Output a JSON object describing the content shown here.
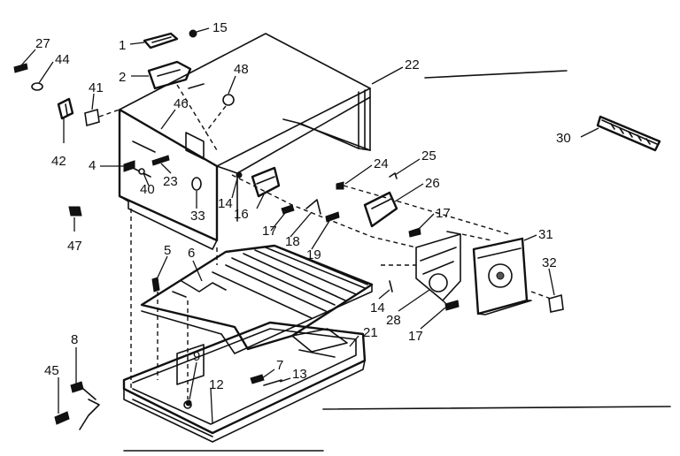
{
  "callouts": [
    {
      "id": "1",
      "label": "1"
    },
    {
      "id": "15",
      "label": "15"
    },
    {
      "id": "27",
      "label": "27"
    },
    {
      "id": "44",
      "label": "44"
    },
    {
      "id": "2",
      "label": "2"
    },
    {
      "id": "48",
      "label": "48"
    },
    {
      "id": "22",
      "label": "22"
    },
    {
      "id": "41",
      "label": "41"
    },
    {
      "id": "46",
      "label": "46"
    },
    {
      "id": "42",
      "label": "42"
    },
    {
      "id": "30",
      "label": "30"
    },
    {
      "id": "4",
      "label": "4"
    },
    {
      "id": "40",
      "label": "40"
    },
    {
      "id": "23",
      "label": "23"
    },
    {
      "id": "24",
      "label": "24"
    },
    {
      "id": "25",
      "label": "25"
    },
    {
      "id": "26",
      "label": "26"
    },
    {
      "id": "14a",
      "label": "14"
    },
    {
      "id": "33",
      "label": "33"
    },
    {
      "id": "16",
      "label": "16"
    },
    {
      "id": "17a",
      "label": "17"
    },
    {
      "id": "47",
      "label": "47"
    },
    {
      "id": "17b",
      "label": "17"
    },
    {
      "id": "18",
      "label": "18"
    },
    {
      "id": "19",
      "label": "19"
    },
    {
      "id": "31",
      "label": "31"
    },
    {
      "id": "5",
      "label": "5"
    },
    {
      "id": "6",
      "label": "6"
    },
    {
      "id": "32",
      "label": "32"
    },
    {
      "id": "14b",
      "label": "14"
    },
    {
      "id": "28",
      "label": "28"
    },
    {
      "id": "17c",
      "label": "17"
    },
    {
      "id": "21",
      "label": "21"
    },
    {
      "id": "8",
      "label": "8"
    },
    {
      "id": "9",
      "label": "9"
    },
    {
      "id": "7",
      "label": "7"
    },
    {
      "id": "13",
      "label": "13"
    },
    {
      "id": "45",
      "label": "45"
    },
    {
      "id": "12",
      "label": "12"
    }
  ]
}
